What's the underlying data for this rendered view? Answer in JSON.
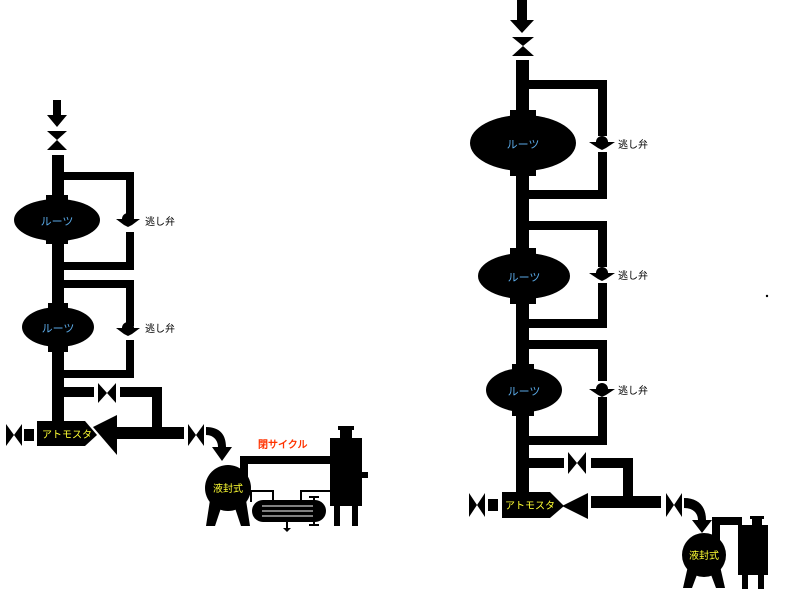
{
  "colors": {
    "pipe": "#000000",
    "roots_label": "#5aa9e6",
    "atmo_label": "#ffff33",
    "closed_cycle": "#ff3300",
    "text": "#000000"
  },
  "left": {
    "roots": [
      "ルーツ",
      "ルーツ"
    ],
    "relief": [
      "逃し弁",
      "逃し弁"
    ],
    "atmostat": "アトモスタ",
    "pump": "液封式",
    "closed_cycle": "閉サイクル"
  },
  "right": {
    "roots": [
      "ルーツ",
      "ルーツ",
      "ルーツ"
    ],
    "relief": [
      "逃し弁",
      "逃し弁",
      "逃し弁"
    ],
    "atmostat": "アトモスタ",
    "pump": "液封式"
  }
}
